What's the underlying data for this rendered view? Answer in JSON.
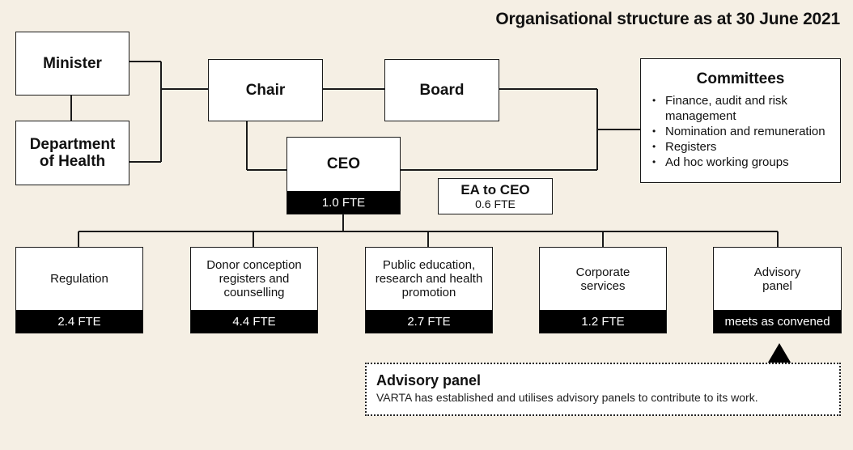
{
  "title": "Organisational structure as at 30 June 2021",
  "nodes": {
    "minister": "Minister",
    "department": "Department of Health",
    "chair": "Chair",
    "board": "Board",
    "ceo": {
      "name": "CEO",
      "fte": "1.0 FTE"
    },
    "ea_ceo": {
      "name": "EA to CEO",
      "fte": "0.6 FTE"
    },
    "committees": {
      "title": "Committees",
      "items": [
        "Finance, audit and risk management",
        "Nomination and remuneration",
        "Registers",
        "Ad hoc working groups"
      ]
    }
  },
  "units": [
    {
      "name": "Regulation",
      "fte": "2.4 FTE"
    },
    {
      "name": "Donor conception registers and counselling",
      "fte": "4.4 FTE"
    },
    {
      "name": "Public education, research and health promotion",
      "fte": "2.7 FTE"
    },
    {
      "name": "Corporate services",
      "fte": "1.2 FTE"
    },
    {
      "name": "Advisory panel",
      "fte": "meets as convened"
    }
  ],
  "advisory_note": {
    "title": "Advisory panel",
    "text": "VARTA has established and utilises advisory panels to contribute to its work."
  }
}
